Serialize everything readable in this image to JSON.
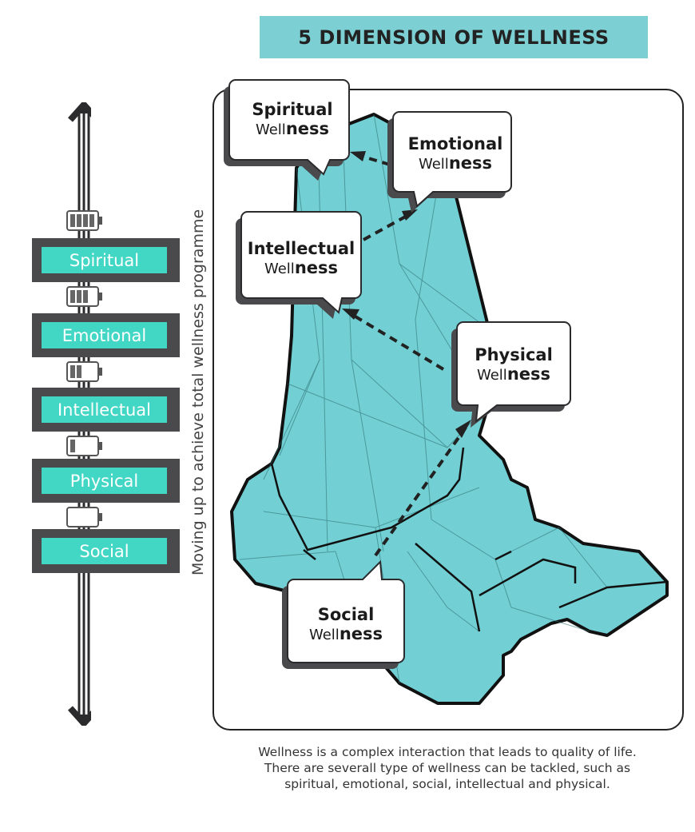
{
  "title": "5 DIMENSION OF WELLNESS",
  "side_caption": "Moving up to achieve total wellness programme",
  "levels": [
    {
      "label": "Spiritual",
      "battery_bars": 4
    },
    {
      "label": "Emotional",
      "battery_bars": 3
    },
    {
      "label": "Intellectual",
      "battery_bars": 2
    },
    {
      "label": "Physical",
      "battery_bars": 1
    },
    {
      "label": "Social",
      "battery_bars": 0
    }
  ],
  "bubbles": [
    {
      "name": "Spiritual",
      "well_prefix": "Well",
      "well_suffix": "ness"
    },
    {
      "name": "Emotional",
      "well_prefix": "Well",
      "well_suffix": "ness"
    },
    {
      "name": "Intellectual",
      "well_prefix": "Well",
      "well_suffix": "ness"
    },
    {
      "name": "Physical",
      "well_prefix": "Well",
      "well_suffix": "ness"
    },
    {
      "name": "Social",
      "well_prefix": "Well",
      "well_suffix": "ness"
    }
  ],
  "footer": [
    "Wellness is a complex interaction that leads to quality of life.",
    "There are severall type of wellness can be tackled, such as",
    "spiritual, emotional, social, intellectual and  physical."
  ],
  "colors": {
    "banner": "#7ccfd2",
    "teal_shape": "#72cfd3",
    "level_label": "#42d6c4",
    "level_frame": "#4a4a4d",
    "dark": "#2b2b2e"
  },
  "icons": [
    "double-arrow-icon",
    "battery-icon"
  ]
}
